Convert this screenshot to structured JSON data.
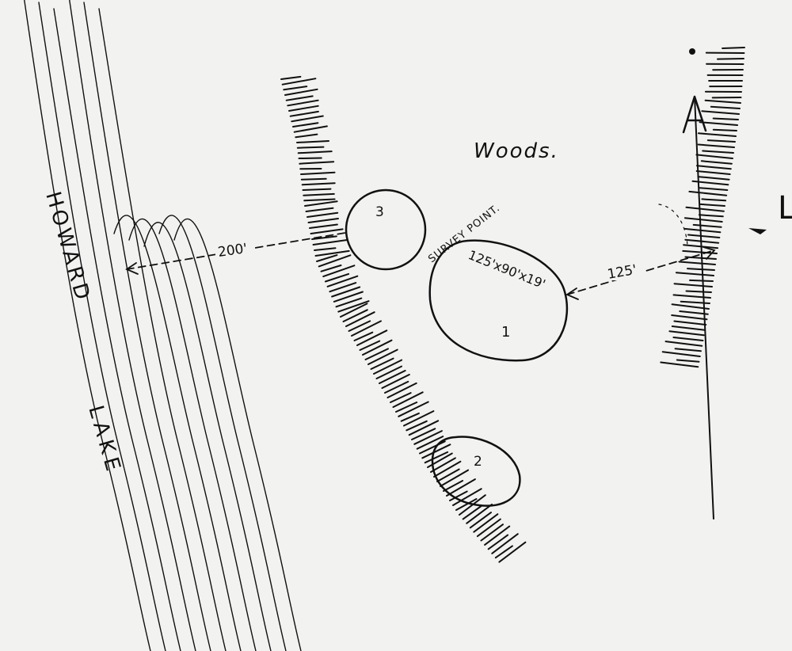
{
  "lake": {
    "word1": "HOWARD",
    "word2": "LAKE"
  },
  "woods_label": "Woods.",
  "survey_point_label": "SURVEY POINT.",
  "mounds": [
    {
      "number": "3"
    },
    {
      "number": "1",
      "dimensions": "125'x90'x19'"
    },
    {
      "number": "2"
    }
  ],
  "distances": {
    "to_lake": "200'",
    "to_east_ridge": "125'"
  },
  "edge_letter": "L",
  "icons": {
    "north_arrow": "north-arrow-icon"
  },
  "colors": {
    "ink": "#111111",
    "paper": "#f2f2f1"
  }
}
